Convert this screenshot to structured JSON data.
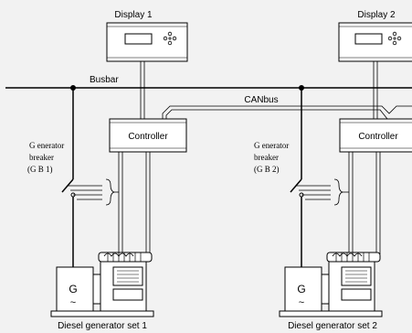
{
  "display_1": {
    "title": "Display 1"
  },
  "display_2": {
    "title": "Display 2"
  },
  "busbar": {
    "label": "Busbar"
  },
  "canbus": {
    "label": "CANbus"
  },
  "controller_1": {
    "label": "Controller"
  },
  "controller_2": {
    "label": "Controller"
  },
  "breaker_1": {
    "line1": "G enerator",
    "line2": "breaker",
    "line3": "(G B 1)"
  },
  "breaker_2": {
    "line1": "G enerator",
    "line2": "breaker",
    "line3": "(G B 2)"
  },
  "generator_1": {
    "symbol_letter": "G",
    "symbol_wave": "~",
    "caption": "Diesel generator set 1"
  },
  "generator_2": {
    "symbol_letter": "G",
    "symbol_wave": "~",
    "caption": "Diesel generator set  2"
  },
  "colors": {
    "background": "#f2f2f2",
    "line": "#000000",
    "box_fill": "#ffffff"
  }
}
